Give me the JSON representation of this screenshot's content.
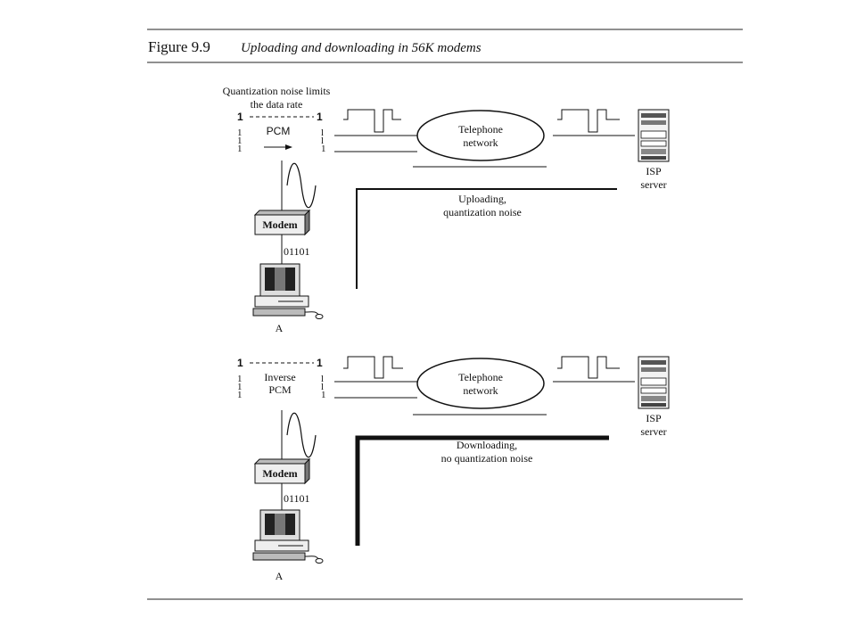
{
  "figure": {
    "number": "Figure 9.9",
    "caption": "Uploading and downloading in 56K modems"
  },
  "upload": {
    "note_line1": "Quantization noise limits",
    "note_line2": "the data rate",
    "bit_top_left": "1",
    "bit_top_right": "1",
    "bits_left": [
      "1",
      "1",
      "1"
    ],
    "bits_right": [
      "l",
      "l",
      "1"
    ],
    "process_label": "PCM",
    "network_line1": "Telephone",
    "network_line2": "network",
    "server_line1": "ISP",
    "server_line2": "server",
    "path_line1": "Uploading,",
    "path_line2": "quantization noise",
    "modem_label": "Modem",
    "binary": "01101",
    "computer_label": "A"
  },
  "download": {
    "bit_top_left": "1",
    "bit_top_right": "1",
    "bits_left": [
      "1",
      "1",
      "1"
    ],
    "bits_right": [
      "l",
      "l",
      "1"
    ],
    "process_line1": "Inverse",
    "process_line2": "PCM",
    "network_line1": "Telephone",
    "network_line2": "network",
    "server_line1": "ISP",
    "server_line2": "server",
    "path_line1": "Downloading,",
    "path_line2": "no quantization noise",
    "modem_label": "Modem",
    "binary": "01101",
    "computer_label": "A"
  }
}
